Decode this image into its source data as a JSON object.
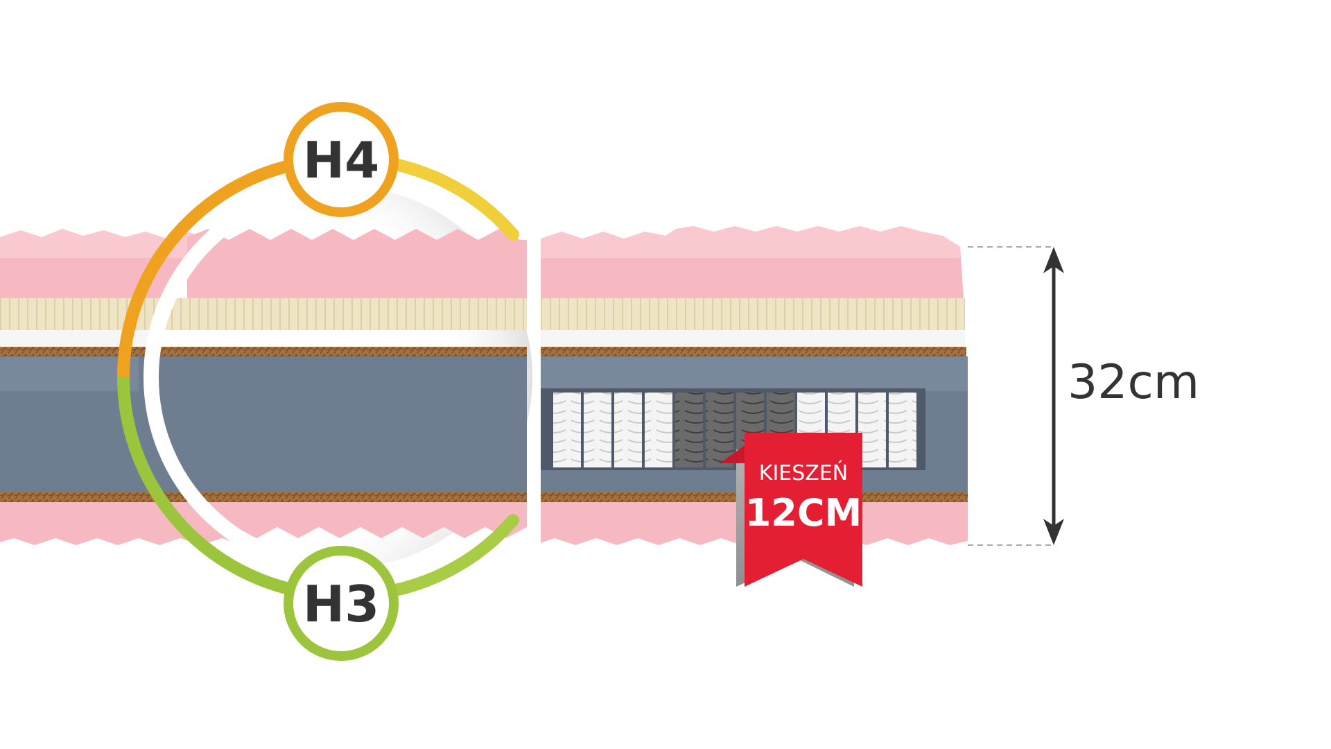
{
  "firmness": {
    "top_label": "H4",
    "bottom_label": "H3"
  },
  "height": {
    "label": "32cm"
  },
  "pocket_ribbon": {
    "line1": "KIESZEŃ",
    "line2": "12CM"
  },
  "colors": {
    "foam_pink": "#f7b9c1",
    "foam_pink_light": "#fbd3d8",
    "latex_cream": "#efe4c4",
    "coconut_brown": "#9a6a3c",
    "core_gray": "#6f7d90",
    "firm_orange": "#eea21f",
    "firm_yellow": "#f0cf3a",
    "soft_green": "#9cc43c",
    "ribbon_red": "#e41f33",
    "text_dark": "#333333"
  }
}
